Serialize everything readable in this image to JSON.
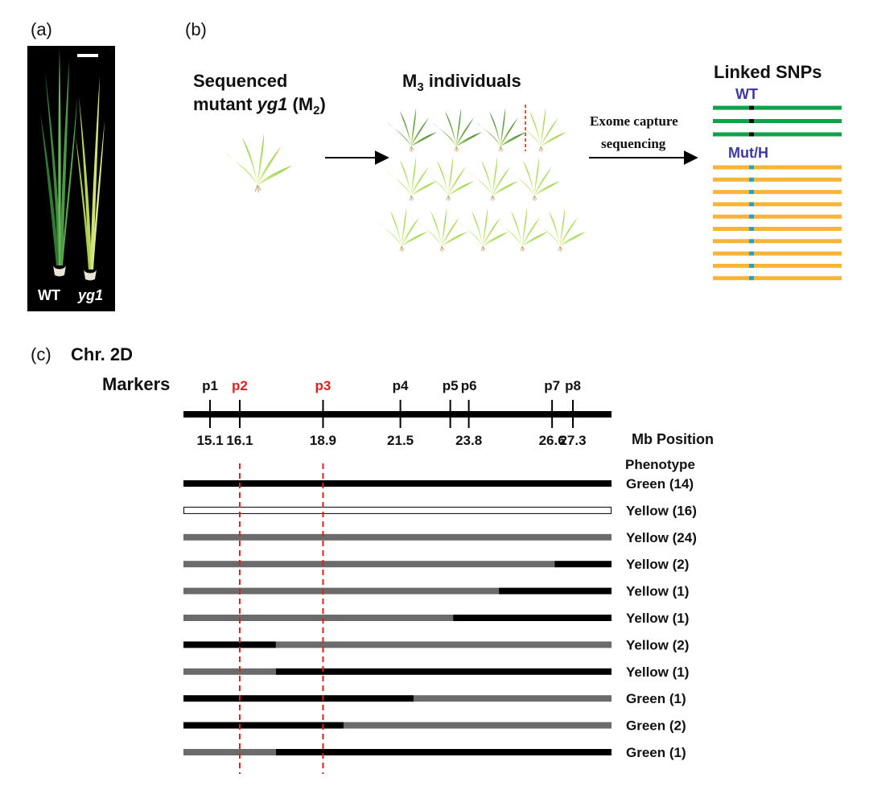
{
  "panel_labels": {
    "a": "(a)",
    "b": "(b)",
    "c": "(c)"
  },
  "panel_a": {
    "wt_label": "WT",
    "mutant_label": "yg1"
  },
  "panel_b": {
    "left_title_line1": "Sequenced",
    "left_title_line2_prefix": "mutant ",
    "left_title_line2_gene": "yg1",
    "left_title_line2_gen": " (M",
    "left_title_line2_sub": "2",
    "left_title_line2_close": ")",
    "middle_title_main": "M",
    "middle_title_sub": "3",
    "middle_title_rest": " individuals",
    "arrow_label_line1": "Exome capture",
    "arrow_label_line2": "sequencing",
    "right_title": "Linked SNPs",
    "wt_group_label": "WT",
    "mut_group_label": "Mut/H",
    "wt_read_count": 3,
    "mut_read_count": 10
  },
  "panel_c": {
    "chromosome_label": "Chr. 2D",
    "markers_label": "Markers",
    "position_unit_label": "Mb Position",
    "phenotype_header": "Phenotype",
    "markers": [
      {
        "name": "p1",
        "position": 15.1,
        "position_label": "15.1",
        "highlight": false
      },
      {
        "name": "p2",
        "position": 16.1,
        "position_label": "16.1",
        "highlight": true
      },
      {
        "name": "p3",
        "position": 18.9,
        "position_label": "18.9",
        "highlight": true
      },
      {
        "name": "p4",
        "position": 21.5,
        "position_label": "21.5",
        "highlight": false
      },
      {
        "name": "p5",
        "position": 23.8,
        "position_label": "",
        "highlight": false
      },
      {
        "name": "p6",
        "position": 23.8,
        "position_label": "23.8",
        "highlight": false
      },
      {
        "name": "p7",
        "position": 26.6,
        "position_label": "26.6",
        "highlight": false
      },
      {
        "name": "p8",
        "position": 27.3,
        "position_label": "27.3",
        "highlight": false
      }
    ],
    "genotype_colors": {
      "black": "#000000",
      "gray": "#6b6b6b",
      "white": "#ffffff",
      "red": "#e0201b"
    },
    "haplotypes": [
      {
        "phenotype": "Green (14)",
        "segments": [
          [
            "black",
            0,
            1
          ]
        ]
      },
      {
        "phenotype": "Yellow (16)",
        "segments": [
          [
            "white",
            0,
            1
          ]
        ]
      },
      {
        "phenotype": "Yellow (24)",
        "segments": [
          [
            "gray",
            0,
            1
          ]
        ]
      },
      {
        "phenotype": "Yellow (2)",
        "segments": [
          [
            "gray",
            0,
            0.867
          ],
          [
            "black",
            0.867,
            1
          ]
        ]
      },
      {
        "phenotype": "Yellow (1)",
        "segments": [
          [
            "gray",
            0,
            0.737
          ],
          [
            "black",
            0.737,
            1
          ]
        ]
      },
      {
        "phenotype": "Yellow (1)",
        "segments": [
          [
            "gray",
            0,
            0.63
          ],
          [
            "black",
            0.63,
            1
          ]
        ]
      },
      {
        "phenotype": "Yellow (2)",
        "segments": [
          [
            "black",
            0,
            0.216
          ],
          [
            "gray",
            0.216,
            1
          ]
        ]
      },
      {
        "phenotype": "Yellow (1)",
        "segments": [
          [
            "gray",
            0,
            0.216
          ],
          [
            "black",
            0.216,
            1
          ]
        ]
      },
      {
        "phenotype": "Green (1)",
        "segments": [
          [
            "black",
            0,
            0.538
          ],
          [
            "gray",
            0.538,
            1
          ]
        ]
      },
      {
        "phenotype": "Green (2)",
        "segments": [
          [
            "black",
            0,
            0.374
          ],
          [
            "gray",
            0.374,
            1
          ]
        ]
      },
      {
        "phenotype": "Green (1)",
        "segments": [
          [
            "gray",
            0,
            0.216
          ],
          [
            "black",
            0.216,
            1
          ]
        ]
      }
    ]
  }
}
